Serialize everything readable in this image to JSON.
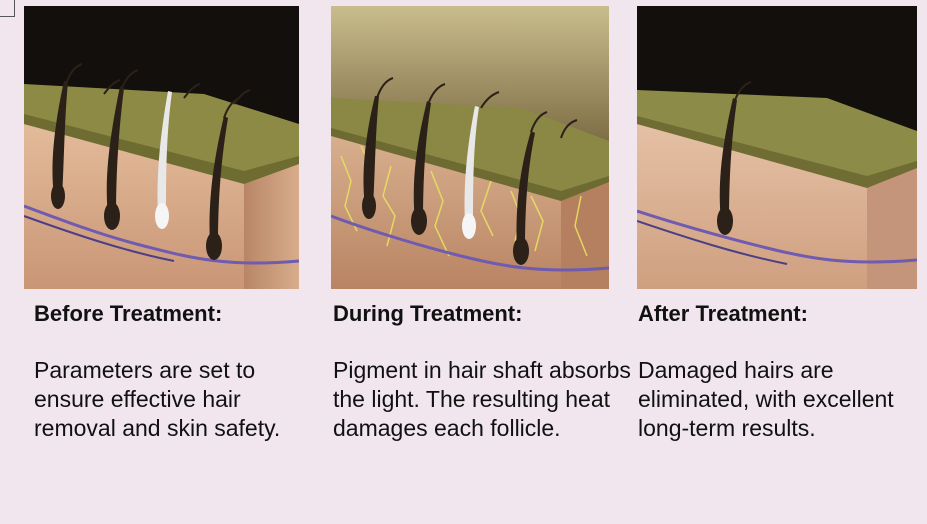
{
  "panels": [
    {
      "heading": "Before Treatment:",
      "description": "Parameters are set to ensure effective hair removal and skin safety."
    },
    {
      "heading": "During Treatment:",
      "description": "Pigment in hair shaft absorbs the light. The resulting heat damages each follicle."
    },
    {
      "heading": "After Treatment:",
      "description": "Damaged hairs are eliminated, with excellent long-term results."
    }
  ],
  "colors": {
    "background": "#f1e6ee",
    "epidermis": "#8c8a44",
    "dermis": "#dcae8c",
    "dark_background": "#120f0c",
    "hair": "#2b2118",
    "targeted_hair": "#f5f5f5",
    "vessels": "#6f5bb0",
    "heat_lines": "#e8e060"
  },
  "icons": [
    "skin-cross-section-before",
    "skin-cross-section-during",
    "skin-cross-section-after"
  ]
}
